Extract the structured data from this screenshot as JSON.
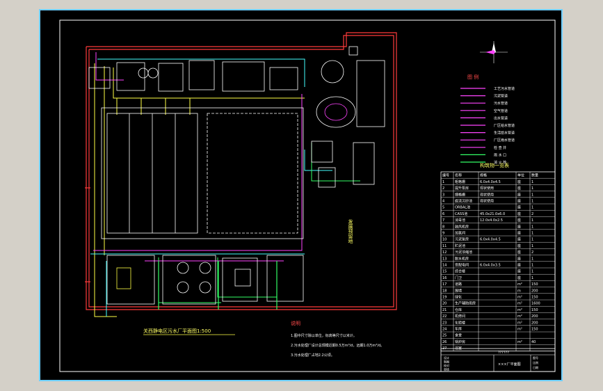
{
  "title_main": "关西静电区污水厂平面图1:500",
  "notes": {
    "heading": "说明",
    "items": [
      "1.图中尺寸除以单位，标高等尺寸以米计。",
      "2.污水处理厂设计总规模近期0.5万m³/d，远期1.0万m³/d。",
      "3.污水处理厂占地2.2公顷。"
    ]
  },
  "legend": {
    "heading": "图 例",
    "items": [
      {
        "label": "工艺污水管道",
        "color": "#ff44ff"
      },
      {
        "label": "污泥管道",
        "color": "#ff44ff"
      },
      {
        "label": "污水管道",
        "color": "#ff44ff"
      },
      {
        "label": "空气管道",
        "color": "#ff44ff"
      },
      {
        "label": "出水管道",
        "color": "#ff44ff"
      },
      {
        "label": "厂区给水管道",
        "color": "#ff44ff"
      },
      {
        "label": "生活给水管道",
        "color": "#ff44ff"
      },
      {
        "label": "厂区雨水管道",
        "color": "#ff44ff"
      },
      {
        "label": "检 查 井",
        "color": "#ff44ff"
      },
      {
        "label": "雨 水 口",
        "color": "#33ff66"
      },
      {
        "label": "消 火 栓",
        "color": "#33ff66"
      }
    ]
  },
  "schedule": {
    "heading": "构筑物一览表",
    "headers": [
      "编号",
      "名称",
      "规格",
      "单位",
      "数量"
    ],
    "rows": [
      [
        "1",
        "粗格栅",
        "6.0x4.0x4.5",
        "座",
        "1"
      ],
      [
        "2",
        "提升泵房",
        "现状使用",
        "座",
        "1"
      ],
      [
        "3",
        "细格栅",
        "现状使用",
        "座",
        "1"
      ],
      [
        "4",
        "旋流沉砂池",
        "现状使用",
        "座",
        "1"
      ],
      [
        "5",
        "ORBAL池",
        "",
        "座",
        "1"
      ],
      [
        "6",
        "CASS池",
        "45.0x21.0x6.0",
        "座",
        "2"
      ],
      [
        "7",
        "消毒池",
        "12.0x4.0x2.5",
        "座",
        "1"
      ],
      [
        "8",
        "鼓风机房",
        "",
        "座",
        "1"
      ],
      [
        "9",
        "加氯间",
        "",
        "座",
        "1"
      ],
      [
        "10",
        "污泥泵房",
        "6.0x4.0x4.5",
        "座",
        "1"
      ],
      [
        "11",
        "贮泥池",
        "",
        "座",
        "1"
      ],
      [
        "12",
        "污泥浓缩池",
        "",
        "座",
        "2"
      ],
      [
        "13",
        "脱水机房",
        "",
        "座",
        "1"
      ],
      [
        "14",
        "变配电间",
        "6.0x4.0x3.5",
        "座",
        "1"
      ],
      [
        "15",
        "综合楼",
        "",
        "座",
        "1"
      ],
      [
        "16",
        "门卫",
        "",
        "座",
        "1"
      ],
      [
        "17",
        "道路",
        "",
        "m²",
        "150"
      ],
      [
        "18",
        "围墙",
        "",
        "m",
        "200"
      ],
      [
        "19",
        "绿化",
        "",
        "m²",
        "150"
      ],
      [
        "20",
        "生产辅助用房",
        "",
        "m²",
        "1600"
      ],
      [
        "21",
        "仓库",
        "",
        "m²",
        "150"
      ],
      [
        "22",
        "机修间",
        "",
        "m²",
        "200"
      ],
      [
        "23",
        "化验楼",
        "",
        "m²",
        "200"
      ],
      [
        "24",
        "车库",
        "",
        "m²",
        "150"
      ],
      [
        "25",
        "食堂",
        "",
        "",
        ""
      ],
      [
        "26",
        "锅炉房",
        "",
        "m²",
        "40"
      ],
      [
        "27",
        "浴室",
        "",
        "",
        ""
      ]
    ]
  },
  "title_block": {
    "project": "??????",
    "drawing": "×××厂平面图",
    "labels": [
      "设计",
      "制图",
      "校对",
      "审核"
    ],
    "right_labels": [
      "图号",
      "比例",
      "日期"
    ]
  },
  "reserved_area": {
    "text": "发展预留地"
  },
  "colors": {
    "frame": "#6fd0ff",
    "boundary": "#ff3b3b",
    "structure": "#ffffff",
    "pipe_yellow": "#ffff44",
    "pipe_cyan": "#44ffff",
    "pipe_green": "#33ff66",
    "pipe_magenta": "#ff44ff"
  },
  "icons": [
    "north-arrow-icon",
    "compass-rose-icon"
  ]
}
